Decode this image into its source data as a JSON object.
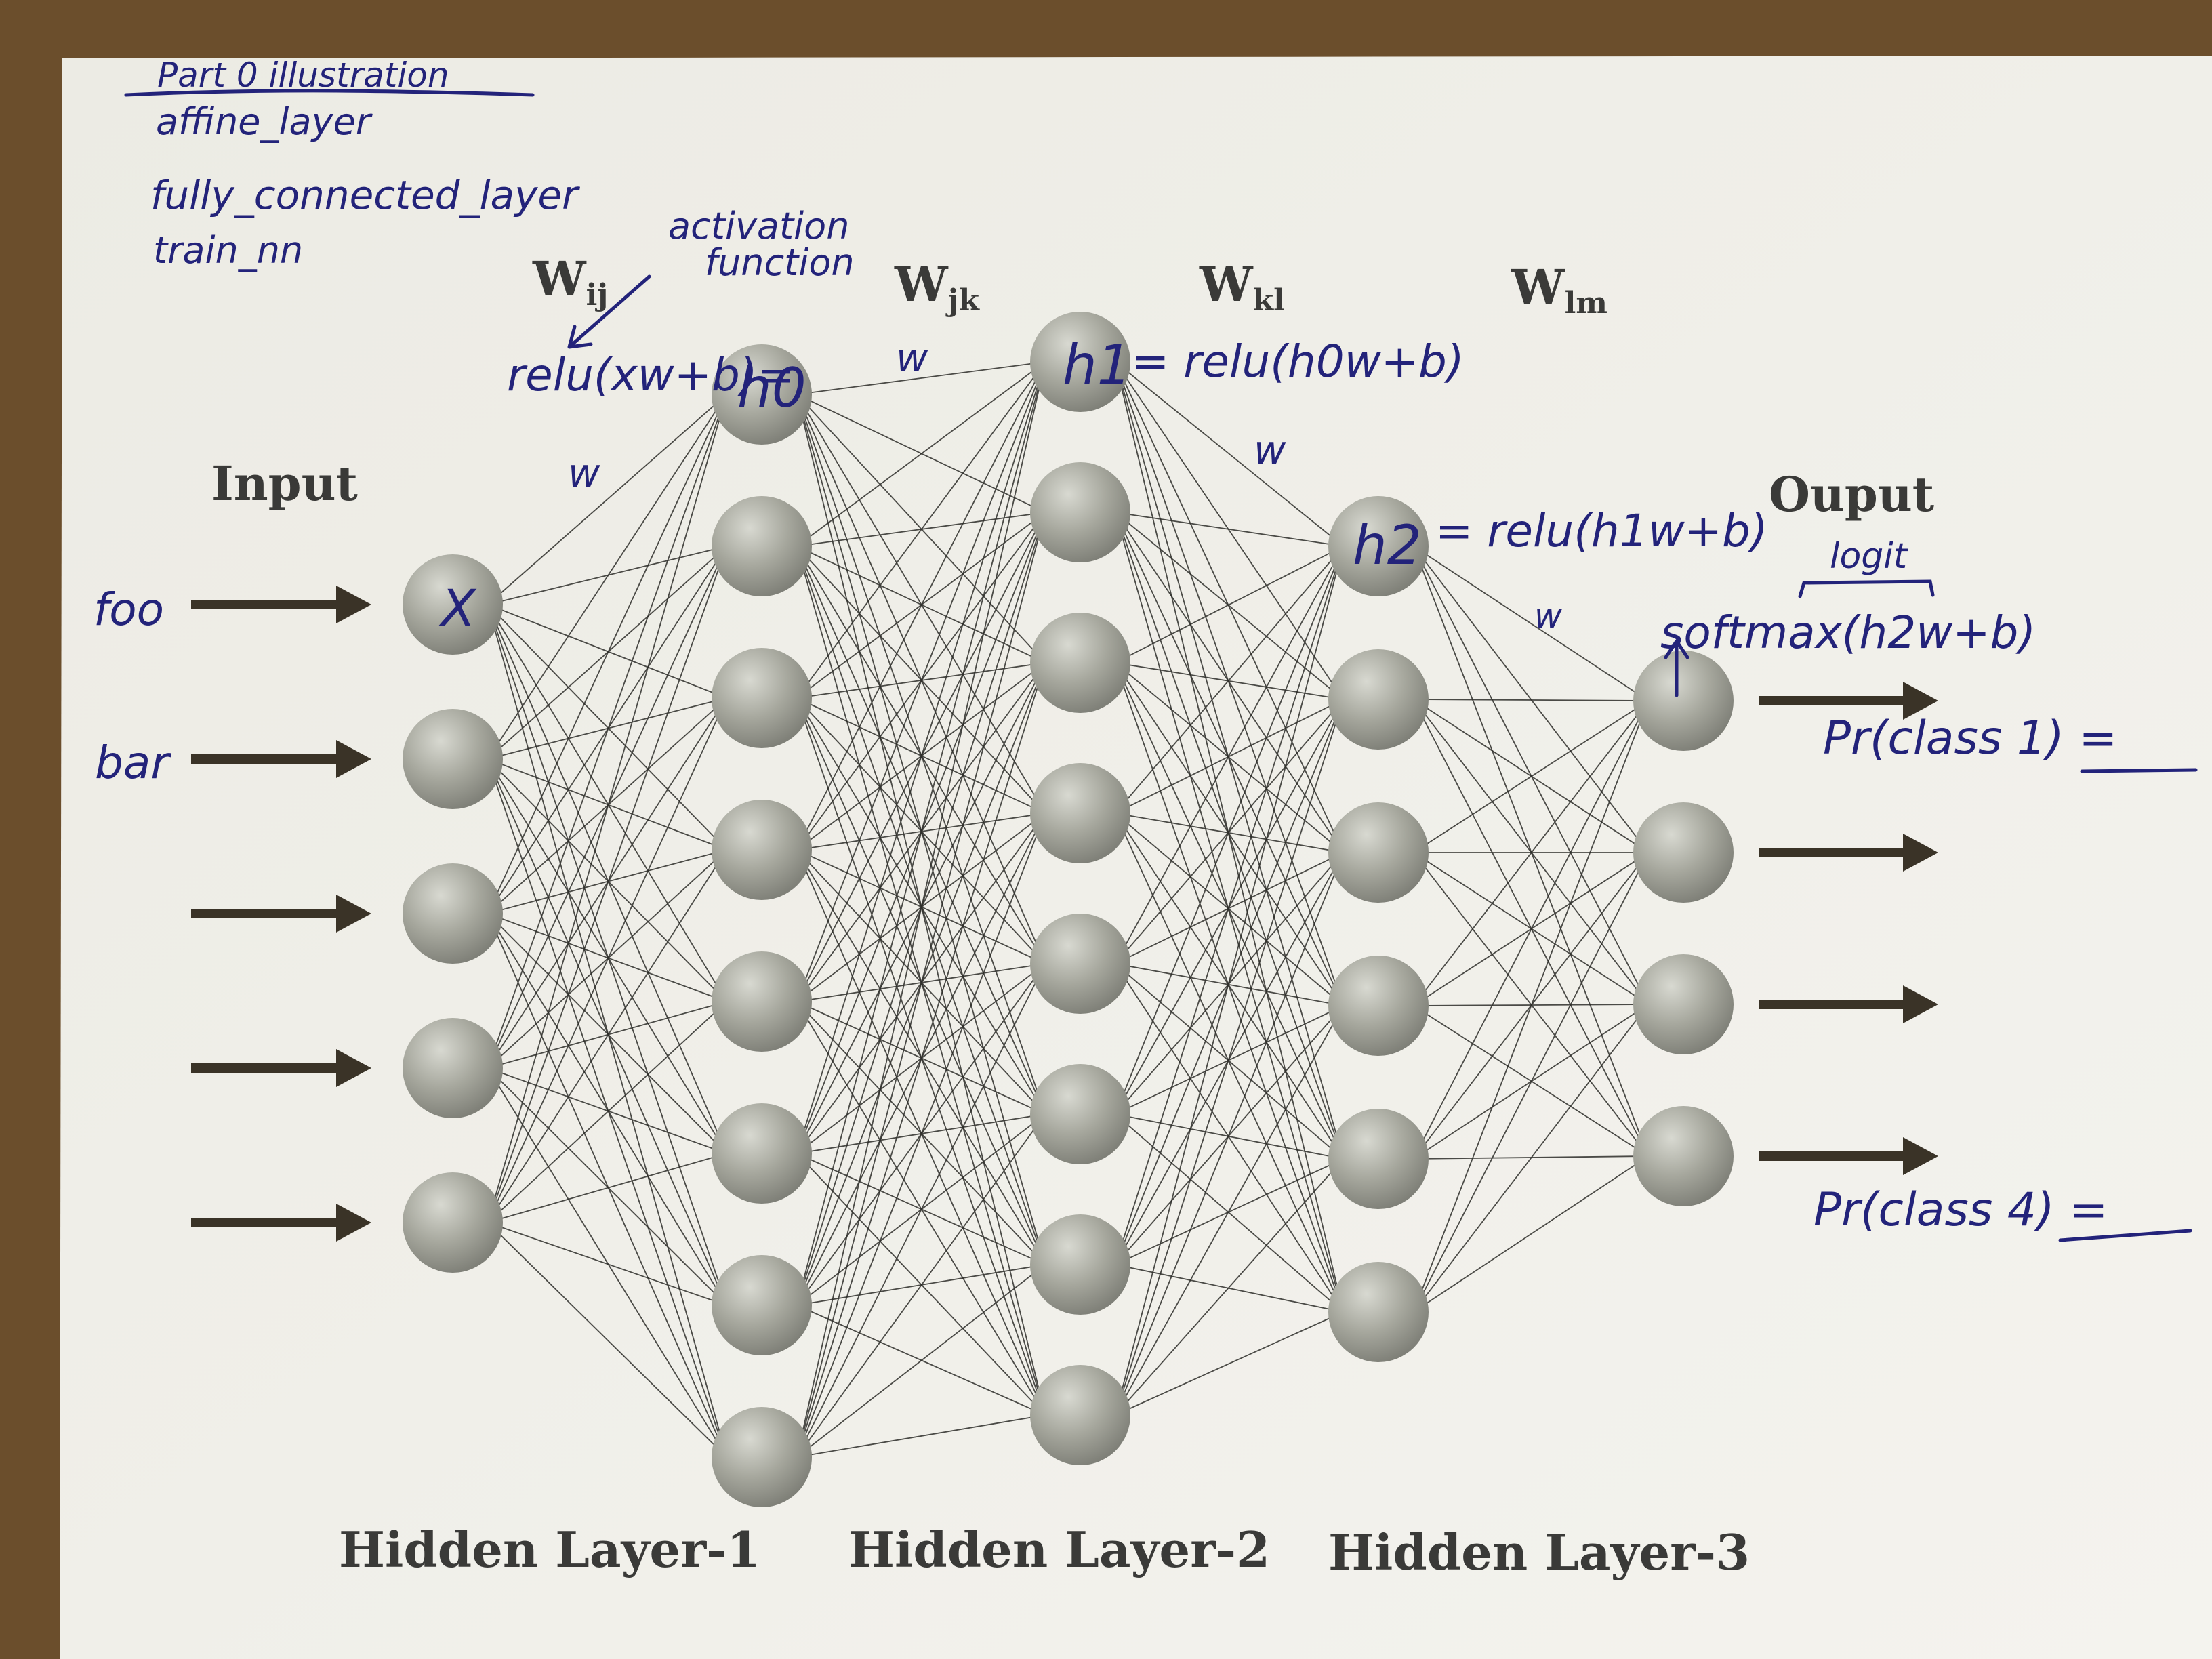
{
  "colors": {
    "paper": "#f1f0ea",
    "table": "#6b4e2c",
    "ink": "#23237a",
    "print": "#3a3a38",
    "node": "#a3a49a"
  },
  "printed": {
    "input_label": "Input",
    "output_label": "Ouput",
    "layer_labels": [
      "Hidden Layer-1",
      "Hidden Layer-2",
      "Hidden Layer-3"
    ],
    "weights": [
      {
        "main": "W",
        "sub": "ij"
      },
      {
        "main": "W",
        "sub": "jk"
      },
      {
        "main": "W",
        "sub": "kl"
      },
      {
        "main": "W",
        "sub": "lm"
      }
    ]
  },
  "network": {
    "layer_sizes": [
      5,
      8,
      8,
      6,
      4
    ],
    "input_arrows": 5,
    "output_arrows": 4
  },
  "handwritten": {
    "header": [
      "Part 0 illustration",
      "affine_layer",
      "fully_connected_layer",
      "train_nn"
    ],
    "activation_note": [
      "activation",
      "function"
    ],
    "input_names": [
      "foo",
      "bar"
    ],
    "x_node": "X",
    "h0_node": "h0",
    "h1_node": "h1",
    "h2_node": "h2",
    "relu_h0": "relu(xw+b)=",
    "relu_h1": "= relu(h0w+b)",
    "relu_h2": "= relu(h1w+b)",
    "w_marks": [
      "w",
      "w",
      "w",
      "w"
    ],
    "logit": "logit",
    "softmax": "softmax(h2w+b)",
    "pr_class1": "Pr(class 1) =",
    "pr_class4": "Pr(class 4) ="
  }
}
